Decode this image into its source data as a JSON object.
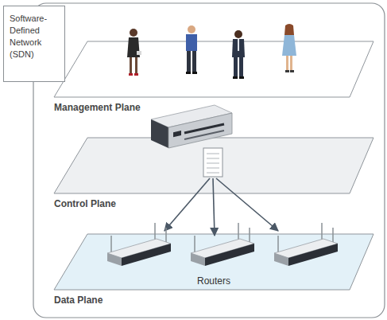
{
  "diagram": {
    "nodes": [
      {
        "text": [
          "Software-Defined Network (SDN)"
        ]
      },
      {
        "text": [
          "Management Plane"
        ]
      },
      {
        "text": [
          "Control Plane"
        ]
      },
      {
        "text": [
          "Routers",
          "Data Plane"
        ]
      }
    ]
  }
}
